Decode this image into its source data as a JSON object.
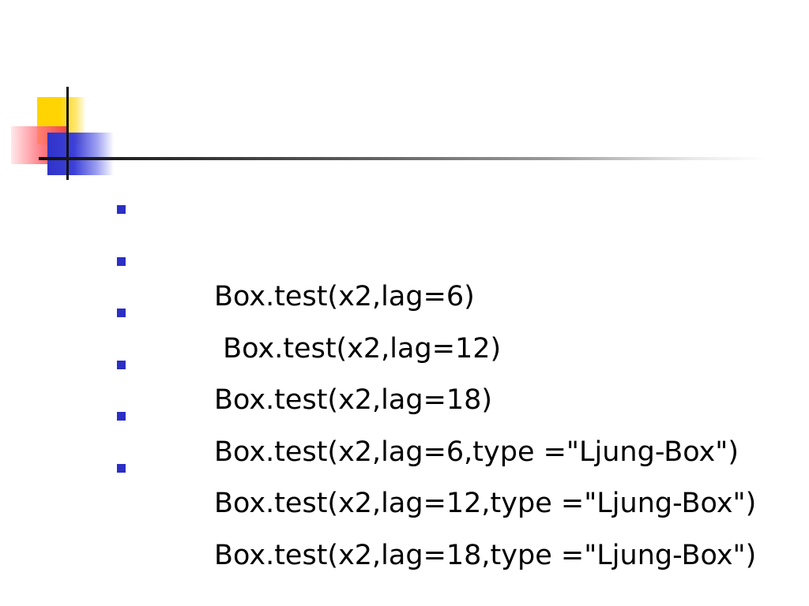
{
  "slide": {
    "accent_colors": {
      "yellow": "#ffd400",
      "red": "#f03a44",
      "blue": "#2f33c8",
      "bullet": "#2b2fc4",
      "rule": "#111111"
    },
    "bullets": [
      {
        "text": "Box.test(x2,lag=6)"
      },
      {
        "text": " Box.test(x2,lag=12)"
      },
      {
        "text": "Box.test(x2,lag=18)"
      },
      {
        "text": "Box.test(x2,lag=6,type =\"Ljung-Box\")"
      },
      {
        "text": "Box.test(x2,lag=12,type =\"Ljung-Box\")"
      },
      {
        "text": "Box.test(x2,lag=18,type =\"Ljung-Box\")"
      }
    ]
  }
}
